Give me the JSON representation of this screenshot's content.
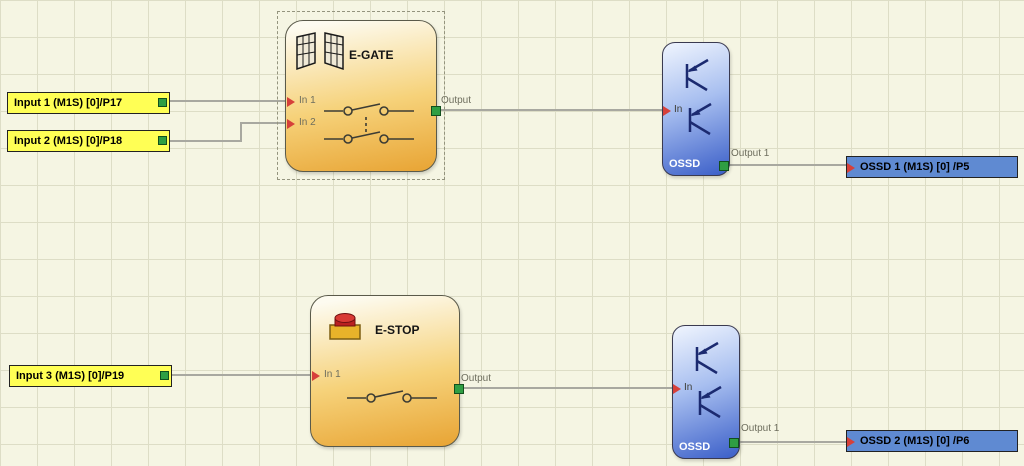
{
  "tags": {
    "input1": {
      "label": "Input 1 (M1S) [0]/P17"
    },
    "input2": {
      "label": "Input 2 (M1S) [0]/P18"
    },
    "input3": {
      "label": "Input 3 (M1S) [0]/P19"
    },
    "ossd1": {
      "label": "OSSD 1 (M1S) [0] /P5"
    },
    "ossd2": {
      "label": "OSSD 2 (M1S) [0] /P6"
    }
  },
  "blocks": {
    "egate": {
      "title": "E-GATE",
      "in1": "In 1",
      "in2": "In 2",
      "out": "Output"
    },
    "estop": {
      "title": "E-STOP",
      "in1": "In 1",
      "out": "Output"
    },
    "ossd_top": {
      "title": "OSSD",
      "in": "In",
      "out": "Output 1"
    },
    "ossd_bottom": {
      "title": "OSSD",
      "in": "In",
      "out": "Output 1"
    }
  },
  "colors": {
    "canvas_bg": "#f5f5e3",
    "grid": "#ddddc6",
    "wire": "#a8a8a0",
    "tag_yellow": "#ffff55",
    "tag_blue": "#5f8ad2",
    "pin_green": "#2f9e43",
    "arrow_red": "#d6403a",
    "block_orange": "#e8a434",
    "block_blue": "#3a5ec8"
  }
}
